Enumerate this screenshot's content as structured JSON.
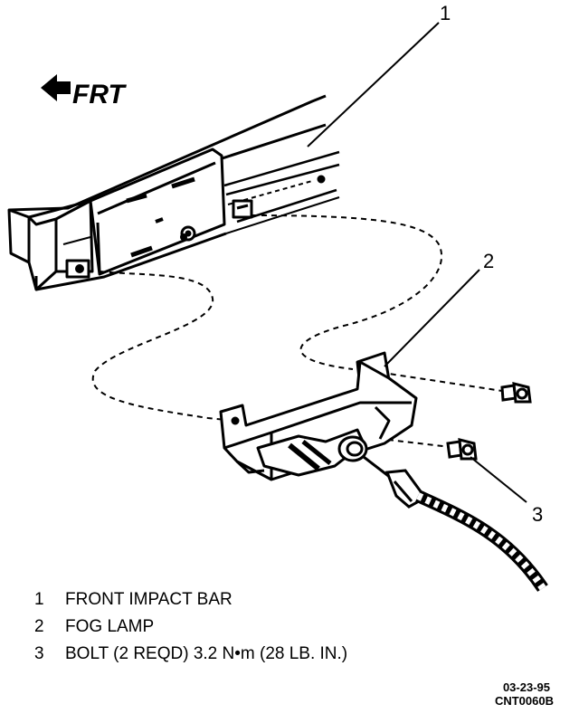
{
  "direction_label": "FRT",
  "callouts": [
    {
      "number": "1"
    },
    {
      "number": "2"
    },
    {
      "number": "3"
    }
  ],
  "legend": [
    {
      "number": "1",
      "text": "FRONT IMPACT BAR"
    },
    {
      "number": "2",
      "text": "FOG LAMP"
    },
    {
      "number": "3",
      "text": "BOLT (2 REQD) 3.2 N•m (28 LB. IN.)"
    }
  ],
  "footer": {
    "date": "03-23-95",
    "drawing_code": "CNT0060B"
  },
  "colors": {
    "ink": "#000000",
    "paper": "#ffffff"
  }
}
